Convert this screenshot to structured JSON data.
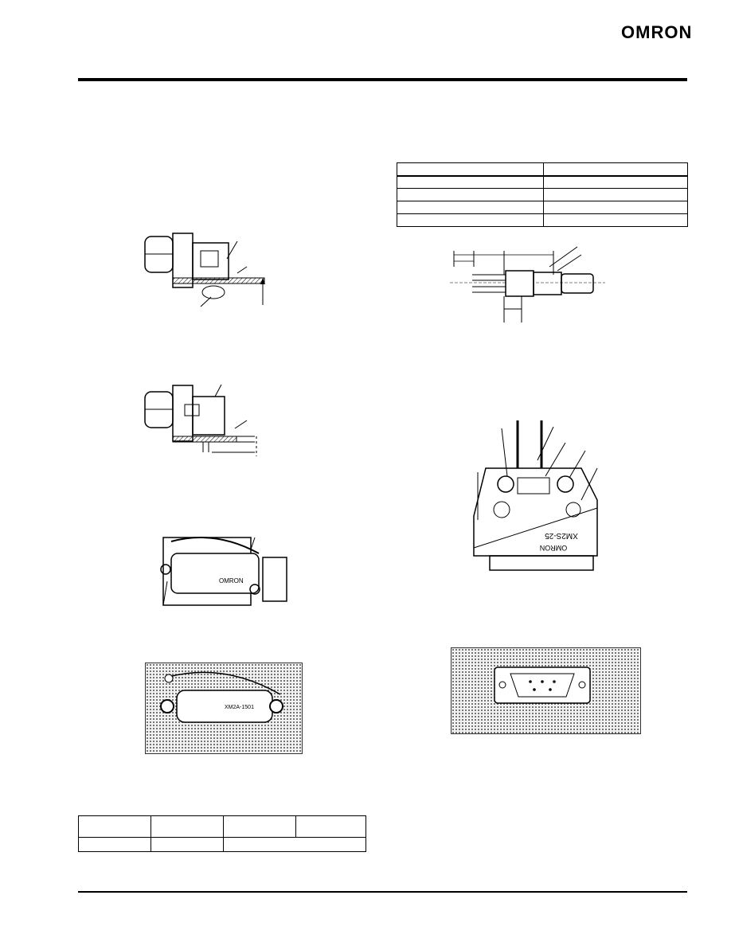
{
  "header": {
    "logo_text": "OMRON"
  },
  "figures": {
    "hood_labels": [
      "XM2S-25",
      "OMRON"
    ],
    "socket_labels": [
      "OMRON",
      "XM2A-1501"
    ]
  }
}
